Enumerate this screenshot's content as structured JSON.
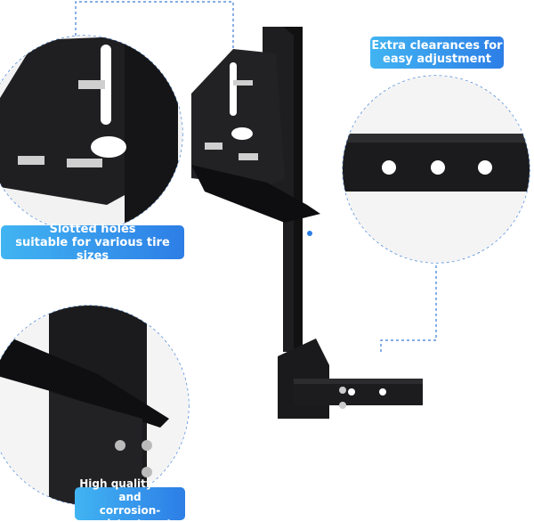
{
  "callouts": {
    "clearance": {
      "line1": "Extra clearances for",
      "line2": "easy adjustment"
    },
    "slotted": {
      "line1": "Slotted holes",
      "line2": "suitable for various tire sizes"
    },
    "coating": {
      "line1": "High quality iron and",
      "line2": "corrosion-resistant coat"
    }
  },
  "colors": {
    "accent": "#2d7ee6",
    "accent_light": "#41b4f2",
    "metal": "#1c1c1e",
    "dashed_line": "#3a7bd5"
  }
}
